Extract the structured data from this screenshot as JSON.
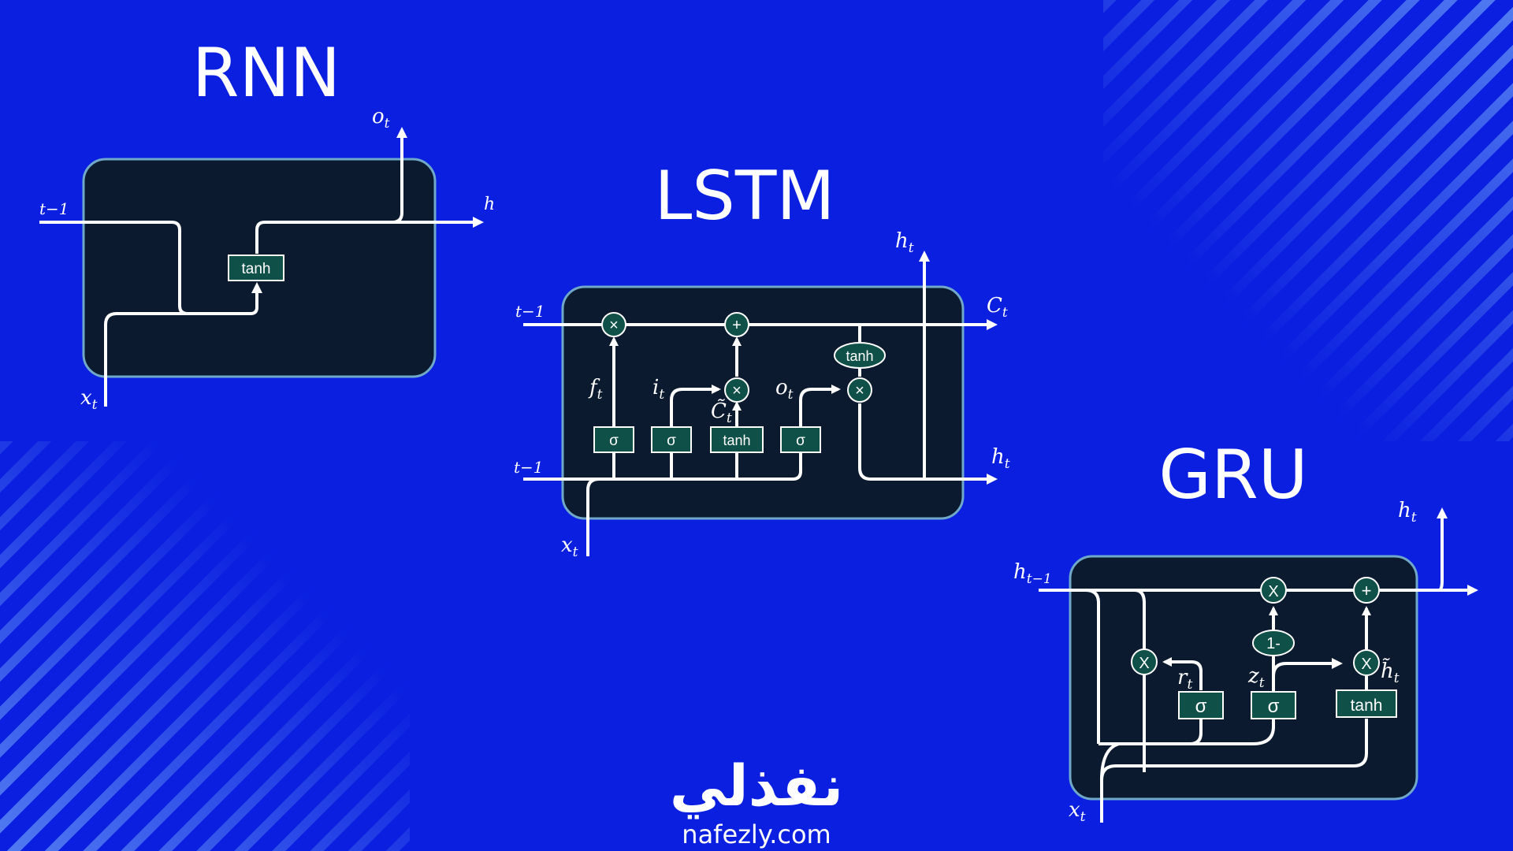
{
  "rnn": {
    "title": "RNN",
    "output_label": "o",
    "output_sub": "t",
    "input_label": "x",
    "input_sub": "t",
    "hidden_in_label": "t−1",
    "hidden_out_label": "h",
    "activation": "tanh"
  },
  "lstm": {
    "title": "LSTM",
    "h_out_top": "h",
    "h_out_top_sub": "t",
    "c_in": "t−1",
    "c_out": "C",
    "c_out_sub": "t",
    "h_in": "t−1",
    "h_out_right": "h",
    "h_out_right_sub": "t",
    "input": "x",
    "input_sub": "t",
    "forget_gate": "f",
    "forget_gate_sub": "t",
    "input_gate": "i",
    "input_gate_sub": "t",
    "candidate": "C̃",
    "candidate_sub": "t",
    "output_gate": "o",
    "output_gate_sub": "t",
    "mul_op": "×",
    "add_op": "+",
    "sigmoid": "σ",
    "tanh": "tanh"
  },
  "gru": {
    "title": "GRU",
    "h_in": "h",
    "h_in_sub": "t−1",
    "h_out": "h",
    "h_out_sub": "t",
    "input": "x",
    "input_sub": "t",
    "reset_gate": "r",
    "reset_gate_sub": "t",
    "update_gate": "z",
    "update_gate_sub": "t",
    "candidate": "h̃",
    "candidate_sub": "t",
    "mul_op": "X",
    "add_op": "+",
    "one_minus": "1-",
    "sigmoid": "σ",
    "tanh": "tanh"
  },
  "brand": {
    "arabic": "نفذلي",
    "url": "nafezly.com"
  },
  "colors": {
    "background": "#0a1fe0",
    "cell": "#0b1a2e",
    "cell_border": "#6fa8c8",
    "op_fill": "#0f5048",
    "line": "#ffffff"
  }
}
